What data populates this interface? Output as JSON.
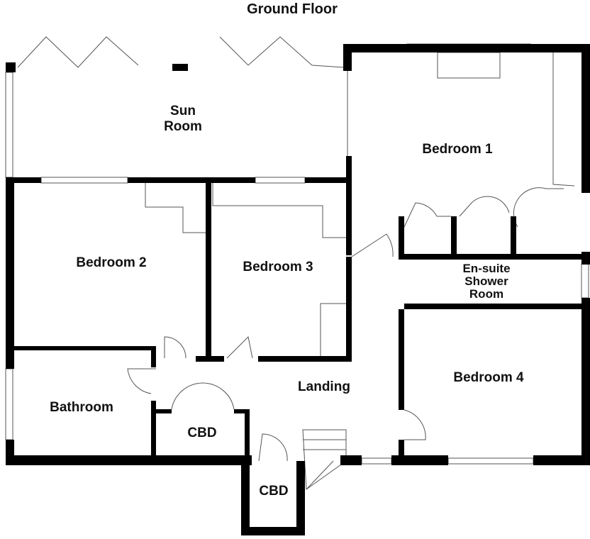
{
  "title": "Ground Floor",
  "rooms": {
    "sun_room": [
      "Sun",
      "Room"
    ],
    "bedroom1": "Bedroom 1",
    "bedroom2": "Bedroom 2",
    "bedroom3": "Bedroom 3",
    "ensuite": [
      "En-suite",
      "Shower",
      "Room"
    ],
    "bedroom4": "Bedroom 4",
    "landing": "Landing",
    "bathroom": "Bathroom",
    "cbd1": "CBD",
    "cbd2": "CBD"
  }
}
